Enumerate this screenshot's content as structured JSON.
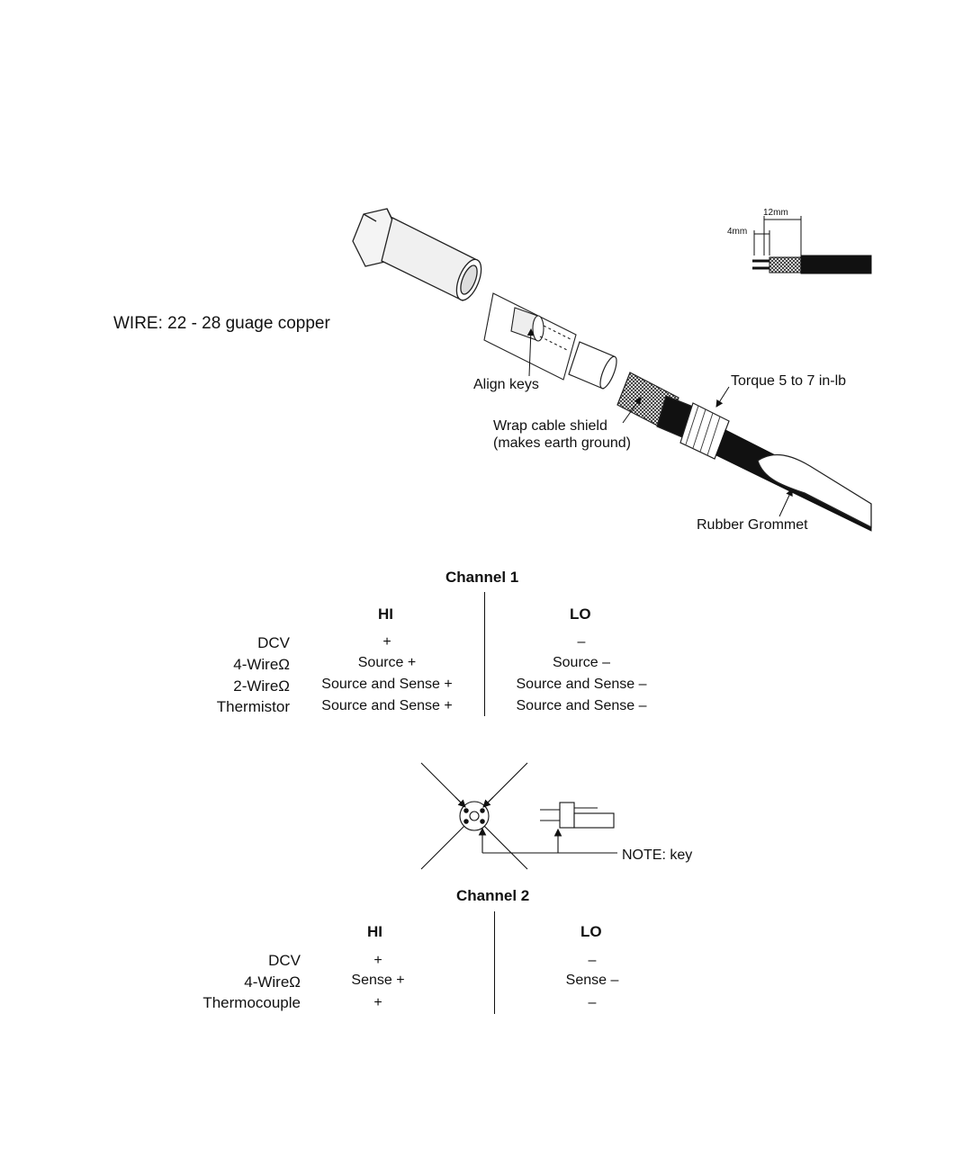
{
  "wire_note": "WIRE: 22 - 28 guage copper",
  "callouts": {
    "align_keys": "Align keys",
    "wrap_shield_line1": "Wrap cable shield",
    "wrap_shield_line2": "(makes earth ground)",
    "torque": "Torque 5 to 7 in-lb",
    "rubber_grommet": "Rubber Grommet",
    "dim_12mm": "12mm",
    "dim_4mm": "4mm",
    "note_key": "NOTE: key"
  },
  "channel1": {
    "title": "Channel 1",
    "hi_header": "HI",
    "lo_header": "LO",
    "rows": [
      {
        "label": "DCV",
        "hi": "+",
        "lo": "–"
      },
      {
        "label": "4-WireΩ",
        "hi": "Source +",
        "lo": "Source –"
      },
      {
        "label": "2-WireΩ",
        "hi": "Source and Sense +",
        "lo": "Source and Sense –"
      },
      {
        "label": "Thermistor",
        "hi": "Source and Sense +",
        "lo": "Source and Sense –"
      }
    ]
  },
  "channel2": {
    "title": "Channel 2",
    "hi_header": "HI",
    "lo_header": "LO",
    "rows": [
      {
        "label": "DCV",
        "hi": "+",
        "lo": "–"
      },
      {
        "label": "4-WireΩ",
        "hi": "Sense +",
        "lo": "Sense –"
      },
      {
        "label": "Thermocouple",
        "hi": "+",
        "lo": "–"
      }
    ]
  }
}
